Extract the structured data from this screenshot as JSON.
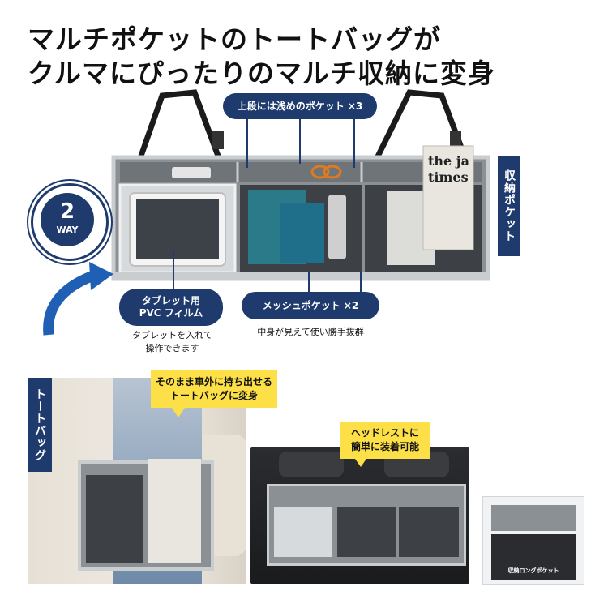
{
  "headline": {
    "line1": "マルチポケットのトートバッグが",
    "line2": "クルマにぴったりのマルチ収納に変身"
  },
  "callouts": {
    "upper_pockets": "上段には浅めのポケット ×3",
    "storage_pocket": "収納ポケット",
    "tablet_pvc_line1": "タブレット用",
    "tablet_pvc_line2": "PVC フィルム",
    "tablet_note_line1": "タブレットを入れて",
    "tablet_note_line2": "操作できます",
    "mesh_pockets": "メッシュポケット ×2",
    "mesh_note": "中身が見えて使い勝手抜群"
  },
  "badge": {
    "number": "2",
    "word": "WAY"
  },
  "tote_section": {
    "tab_label": "トートバッグ",
    "bubble_line1": "そのまま車外に持ち出せる",
    "bubble_line2": "トートバッグに変身"
  },
  "car_section": {
    "bubble_line1": "ヘッドレストに",
    "bubble_line2": "簡単に装着可能"
  },
  "product_text": {
    "newspaper_line1": "the ja",
    "newspaper_line2": "times"
  },
  "package_text": "収納ロングポケット",
  "colors": {
    "navy": "#1f3b6e",
    "yellow": "#fde047",
    "bag_gray": "#8b9094",
    "mesh_dark": "#3d4145",
    "teal_notebook": "#2b7a8a"
  }
}
